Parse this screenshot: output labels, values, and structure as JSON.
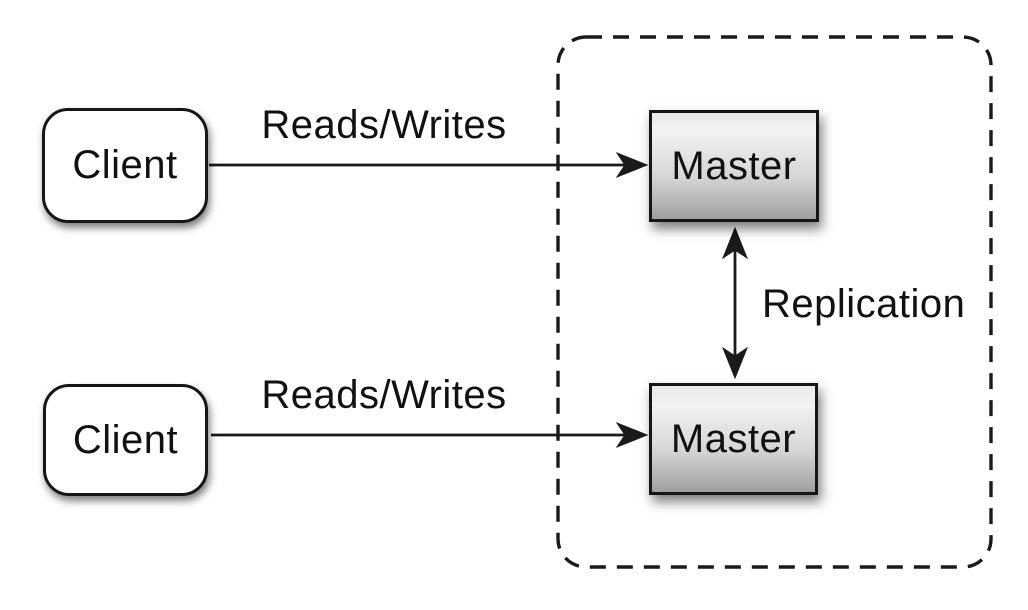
{
  "diagram": {
    "background_color": "#ffffff",
    "stroke_color": "#1a1a1a",
    "text_color": "#111111",
    "nodes": [
      {
        "id": "client-top",
        "label": "Client",
        "shape": "rounded-rectangle",
        "fill": "#ffffff"
      },
      {
        "id": "client-bottom",
        "label": "Client",
        "shape": "rounded-rectangle",
        "fill": "#ffffff"
      },
      {
        "id": "master-top",
        "label": "Master",
        "shape": "rectangle",
        "fill_gradient_top": "#f2f2f2",
        "fill_gradient_bottom": "#9f9f9f"
      },
      {
        "id": "master-bottom",
        "label": "Master",
        "shape": "rectangle",
        "fill_gradient_top": "#f2f2f2",
        "fill_gradient_bottom": "#9f9f9f"
      }
    ],
    "edges": [
      {
        "id": "reads-writes-top",
        "label": "Reads/Writes",
        "from": "client-top",
        "to": "master-top",
        "arrows": "forward"
      },
      {
        "id": "reads-writes-bottom",
        "label": "Reads/Writes",
        "from": "client-bottom",
        "to": "master-bottom",
        "arrows": "forward"
      },
      {
        "id": "replication",
        "label": "Replication",
        "from": "master-top",
        "to": "master-bottom",
        "arrows": "both"
      }
    ],
    "group": {
      "id": "masters-group",
      "contains": [
        "master-top",
        "master-bottom"
      ],
      "border_style": "dashed-rounded"
    }
  }
}
